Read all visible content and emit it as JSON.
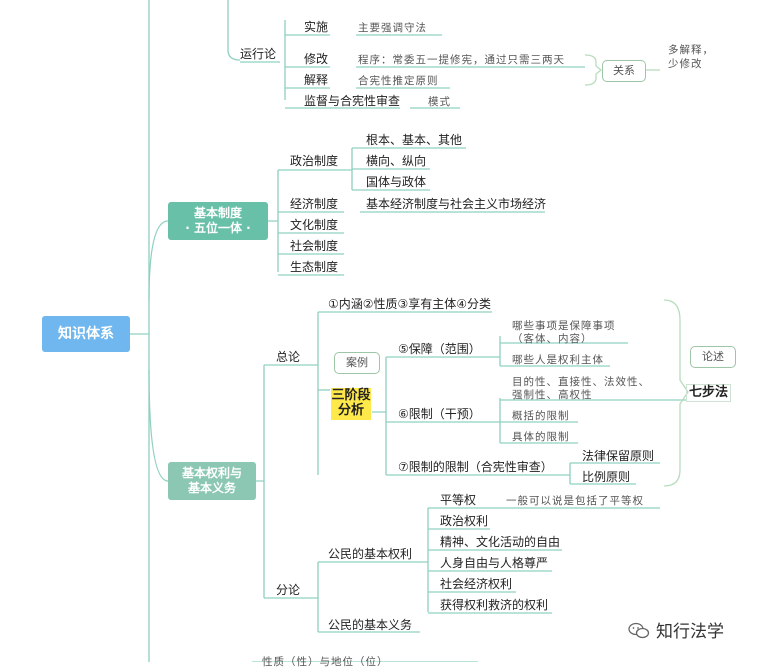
{
  "root": "知识体系",
  "top_section": {
    "label": "运行论",
    "items": [
      {
        "label": "实施",
        "note": "主要强调守法"
      },
      {
        "label": "修改",
        "note": "程序：常委五一提修宪，通过只需三两天"
      },
      {
        "label": "解释",
        "note": "合宪性推定原则"
      },
      {
        "label": "监督与合宪性审查",
        "note": "模式"
      }
    ],
    "relation": {
      "label": "关系",
      "note_line1": "多解释，",
      "note_line2": "少修改"
    }
  },
  "basic_system": {
    "line1": "基本制度",
    "line2": "· 五位一体 ·",
    "political": {
      "label": "政治制度",
      "items": [
        "根本、基本、其他",
        "横向、纵向",
        "国体与政体"
      ]
    },
    "economic": {
      "label": "经济制度",
      "note": "基本经济制度与社会主义市场经济"
    },
    "cultural": "文化制度",
    "social": "社会制度",
    "ecological": "生态制度"
  },
  "rights": {
    "line1": "基本权利与",
    "line2": "基本义务",
    "general": {
      "label": "总论",
      "summary": "①内涵②性质③享有主体④分类",
      "case_label": "案例",
      "three_stage_1": "三阶段",
      "three_stage_2": "分析",
      "guarantee": {
        "label": "⑤保障（范围）",
        "items": [
          "哪些事项是保障事项",
          "（客体、内容）",
          "哪些人是权利主体"
        ]
      },
      "restriction": {
        "label": "⑥限制（干预）",
        "items": [
          "目的性、直接性、法效性、",
          "强制性、高权性",
          "概括的限制",
          "具体的限制"
        ]
      },
      "limit": {
        "label": "⑦限制的限制（合宪性审查）",
        "items": [
          "法律保留原则",
          "比例原则"
        ]
      },
      "review_label": "论述",
      "seven_steps": "七步法"
    },
    "specific": {
      "label": "分论",
      "citizen_rights": {
        "label": "公民的基本权利",
        "items": [
          "平等权",
          "政治权利",
          "精神、文化活动的自由",
          "人身自由与人格尊严",
          "社会经济权利",
          "获得权利救济的权利"
        ],
        "equality_note": "一般可以说是包括了平等权"
      },
      "citizen_duties": "公民的基本义务"
    }
  },
  "bottom_cut": "性质（性）与地位（位）",
  "watermark": "知行法学"
}
